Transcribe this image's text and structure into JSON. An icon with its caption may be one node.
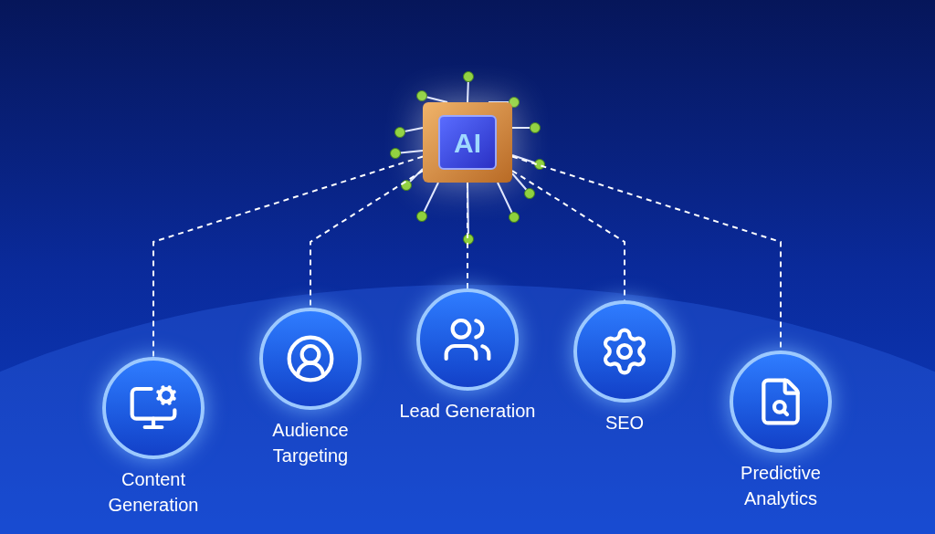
{
  "diagram": {
    "nodes": [
      {
        "text": [
          "AI"
        ]
      },
      {
        "text": [
          "Content Generation"
        ]
      },
      {
        "text": [
          "Audience Targeting"
        ]
      },
      {
        "text": [
          "Lead Generation"
        ]
      },
      {
        "text": [
          "SEO"
        ]
      },
      {
        "text": [
          "Predictive Analytics"
        ]
      }
    ],
    "edges": [
      {
        "from": 0,
        "to": 1,
        "arrow": "none",
        "style": "dashed"
      },
      {
        "from": 0,
        "to": 2,
        "arrow": "none",
        "style": "dashed"
      },
      {
        "from": 0,
        "to": 3,
        "arrow": "none",
        "style": "dashed"
      },
      {
        "from": 0,
        "to": 4,
        "arrow": "none",
        "style": "dashed"
      },
      {
        "from": 0,
        "to": 5,
        "arrow": "none",
        "style": "dashed"
      }
    ]
  }
}
